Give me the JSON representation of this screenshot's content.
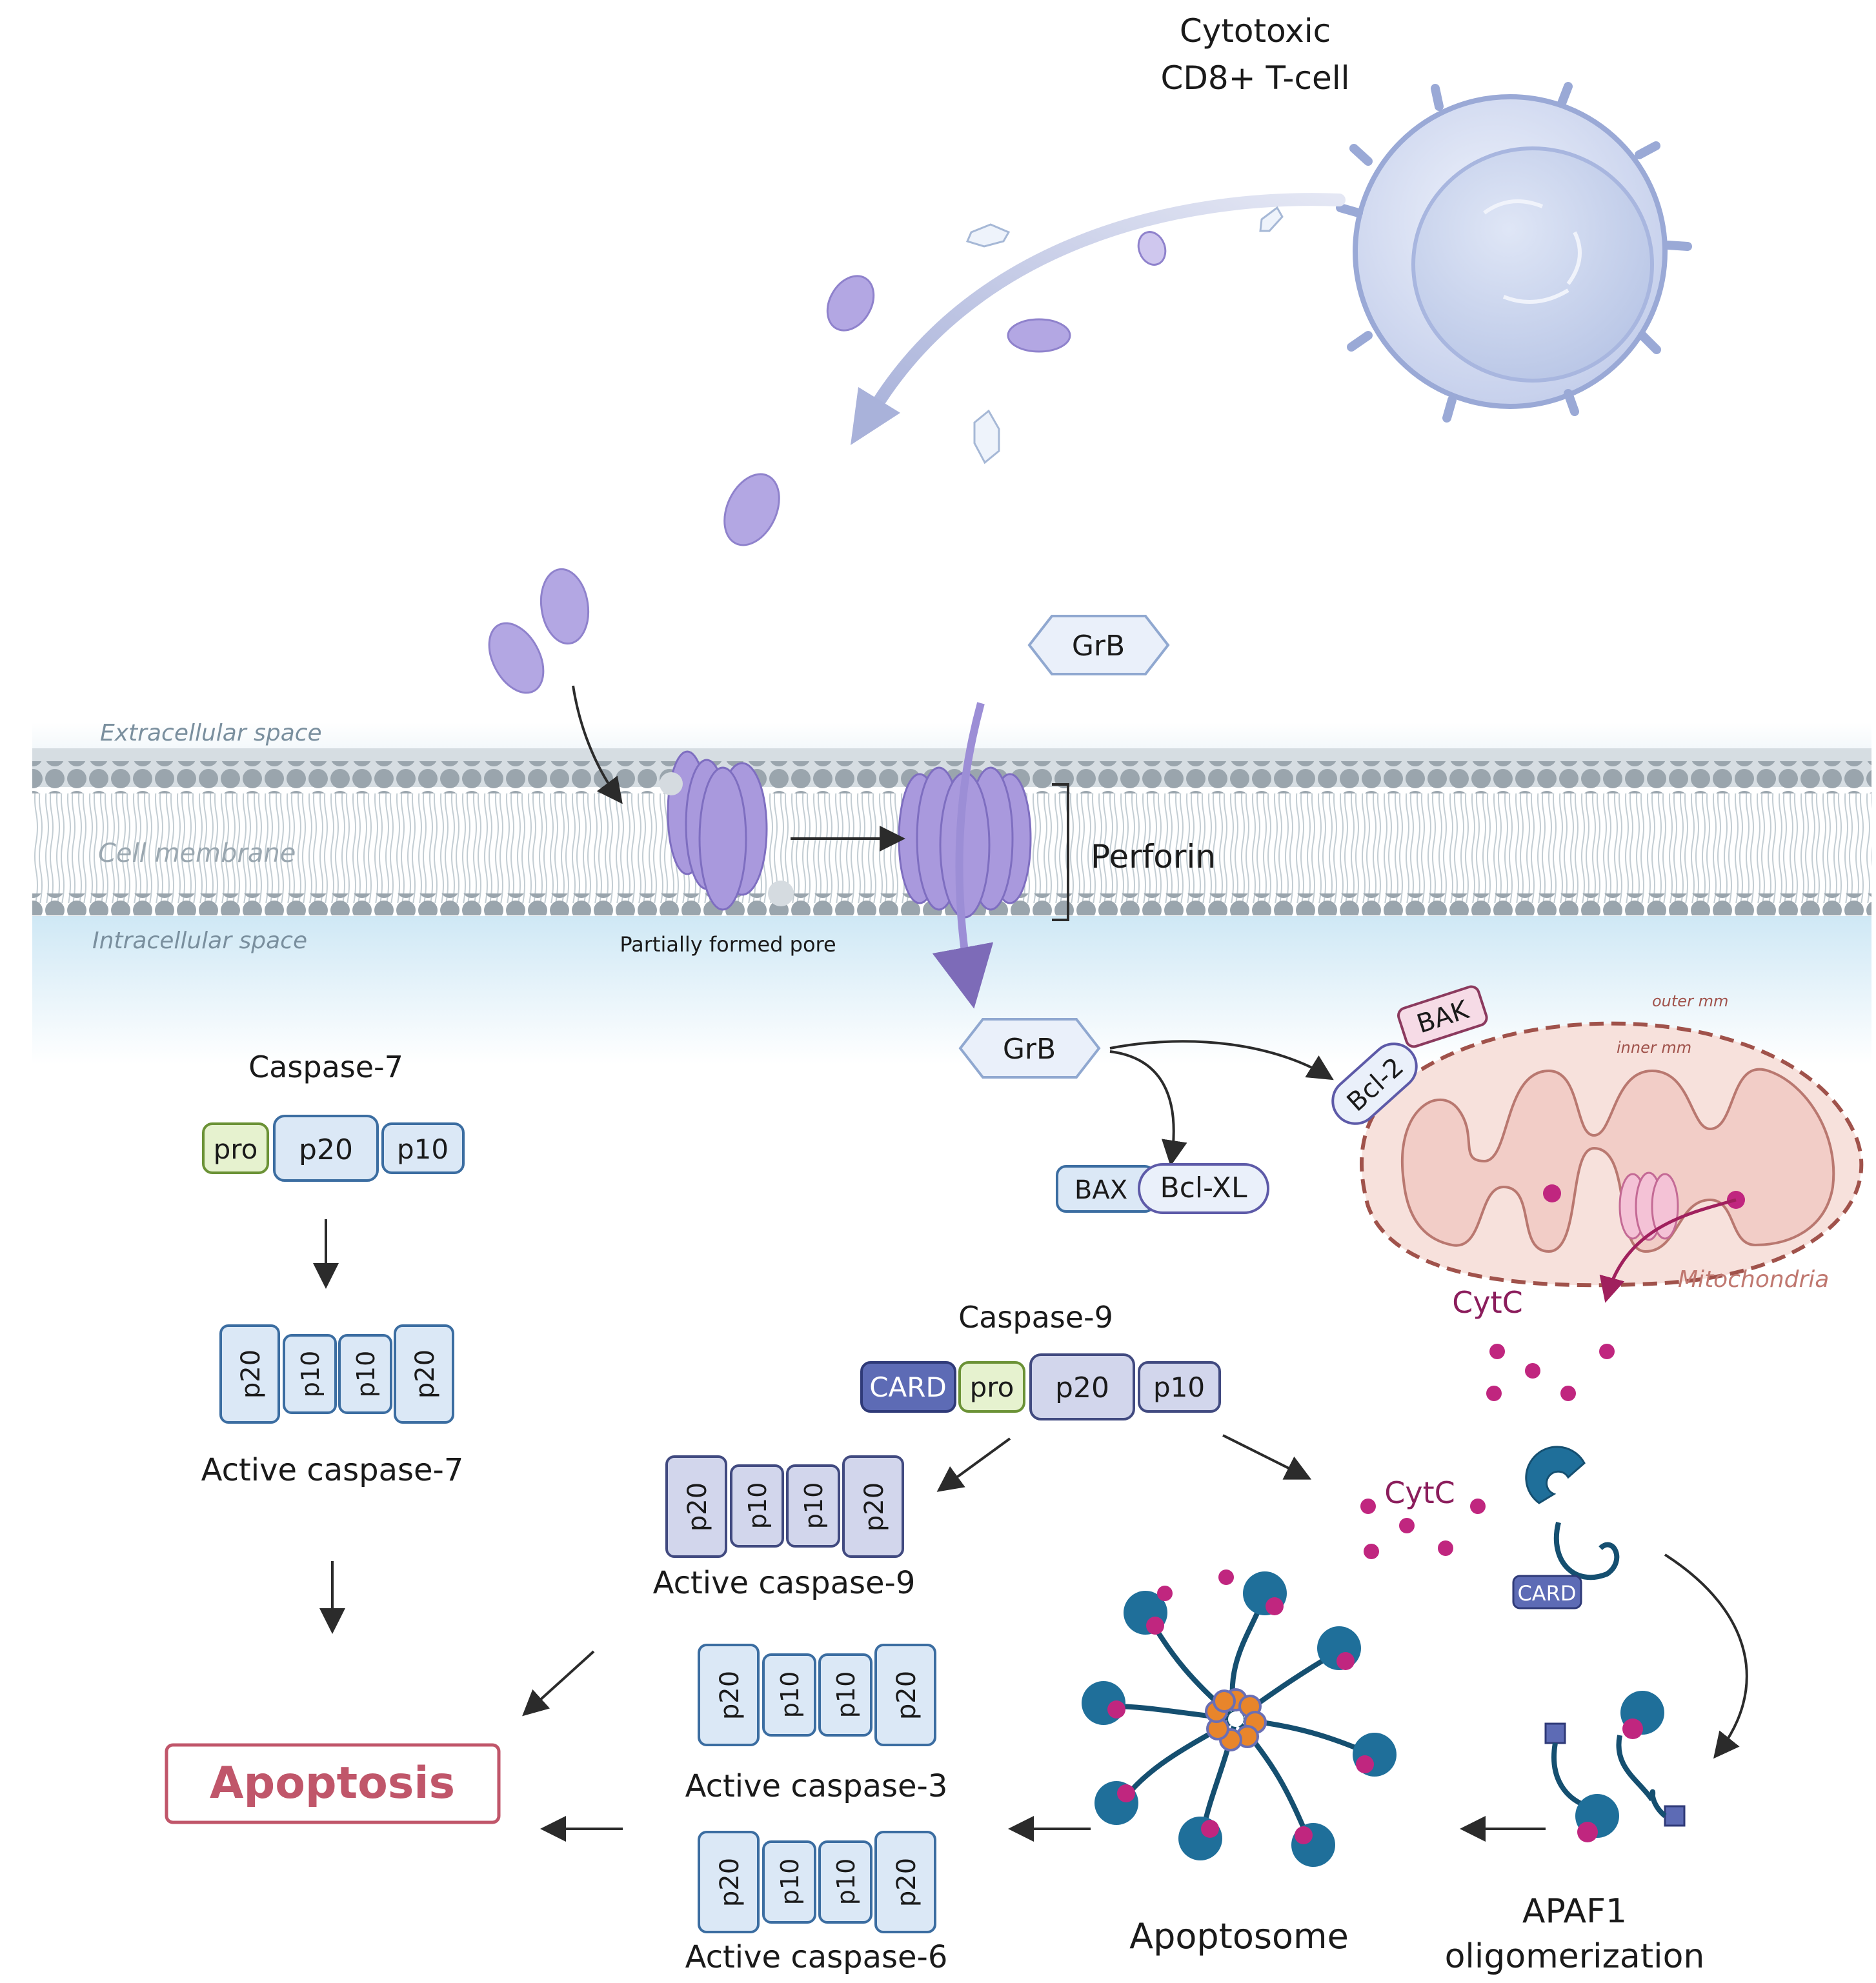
{
  "tcell": {
    "line1": "Cytotoxic",
    "line2": "CD8+ T-cell"
  },
  "membrane": {
    "extracellular": "Extracellular space",
    "membrane": "Cell membrane",
    "intracellular": "Intracellular space",
    "partial_pore": "Partially formed pore",
    "perforin": "Perforin"
  },
  "grb": {
    "outside": "GrB",
    "inside": "GrB"
  },
  "bax_complex": {
    "bax": "BAX",
    "bclxl": "Bcl-XL"
  },
  "mito": {
    "bak": "BAK",
    "bcl2": "Bcl-2",
    "outer": "outer mm",
    "inner": "inner mm",
    "label": "Mitochondria"
  },
  "cytc": {
    "released": "CytC",
    "free": "CytC"
  },
  "caspase7": {
    "title": "Caspase-7",
    "pro": "pro",
    "p20": "p20",
    "p10": "p10",
    "active_units": [
      "p20",
      "p10",
      "p10",
      "p20"
    ],
    "active_label": "Active caspase-7"
  },
  "caspase9": {
    "title": "Caspase-9",
    "card": "CARD",
    "pro": "pro",
    "p20": "p20",
    "p10": "p10",
    "active_units": [
      "p20",
      "p10",
      "p10",
      "p20"
    ],
    "active_label": "Active caspase-9"
  },
  "caspase3": {
    "active_units": [
      "p20",
      "p10",
      "p10",
      "p20"
    ],
    "active_label": "Active caspase-3"
  },
  "caspase6": {
    "active_units": [
      "p20",
      "p10",
      "p10",
      "p20"
    ],
    "active_label": "Active caspase-6"
  },
  "apaf1": {
    "card": "CARD",
    "line1": "APAF1",
    "line2": "oligomerization"
  },
  "apoptosome": "Apoptosome",
  "apoptosis": "Apoptosis",
  "colors": {
    "purple_granule": "#b3a7e3",
    "teal_apaf": "#1f6f9a",
    "magenta_cytc": "#c0267f",
    "apoptosis_red": "#c0566a",
    "box_blue": "#dbe8f6"
  }
}
